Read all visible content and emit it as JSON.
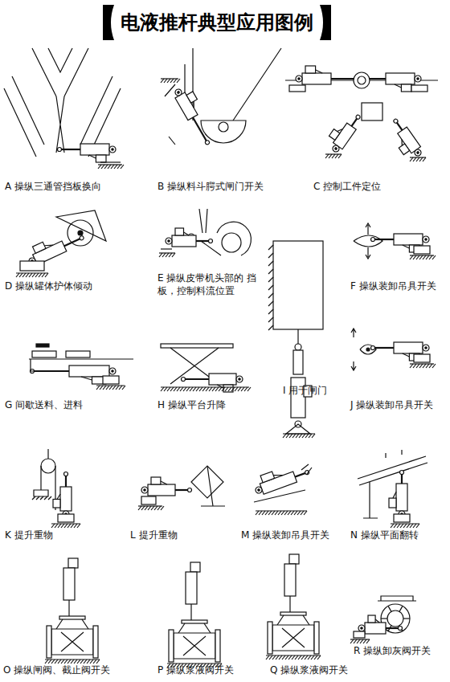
{
  "diagram": {
    "title": "电液推杆典型应用图例",
    "labels": [
      "A 操纵三通管挡板换向",
      "B 操纵料斗腭式闸门开关",
      "C 控制工件定位",
      "D 操纵罐体护体倾动",
      "E 操纵皮带机头部的 挡板，控制料流位置",
      "F 操纵装卸吊具开关",
      "G 间歇送料、进料",
      "H 操纵平台升降",
      "I 用于闸门",
      "J 操纵装卸吊具开关",
      "K 提升重物",
      "L 提升重物",
      "M 操纵装卸吊具开关",
      "N 操纵平面翻转",
      "O 操纵闸阀、截止阀开关",
      "P 操纵浆液阀开关",
      "Q 操纵浆液阀开关",
      "R 操纵卸灰阀开关"
    ]
  }
}
